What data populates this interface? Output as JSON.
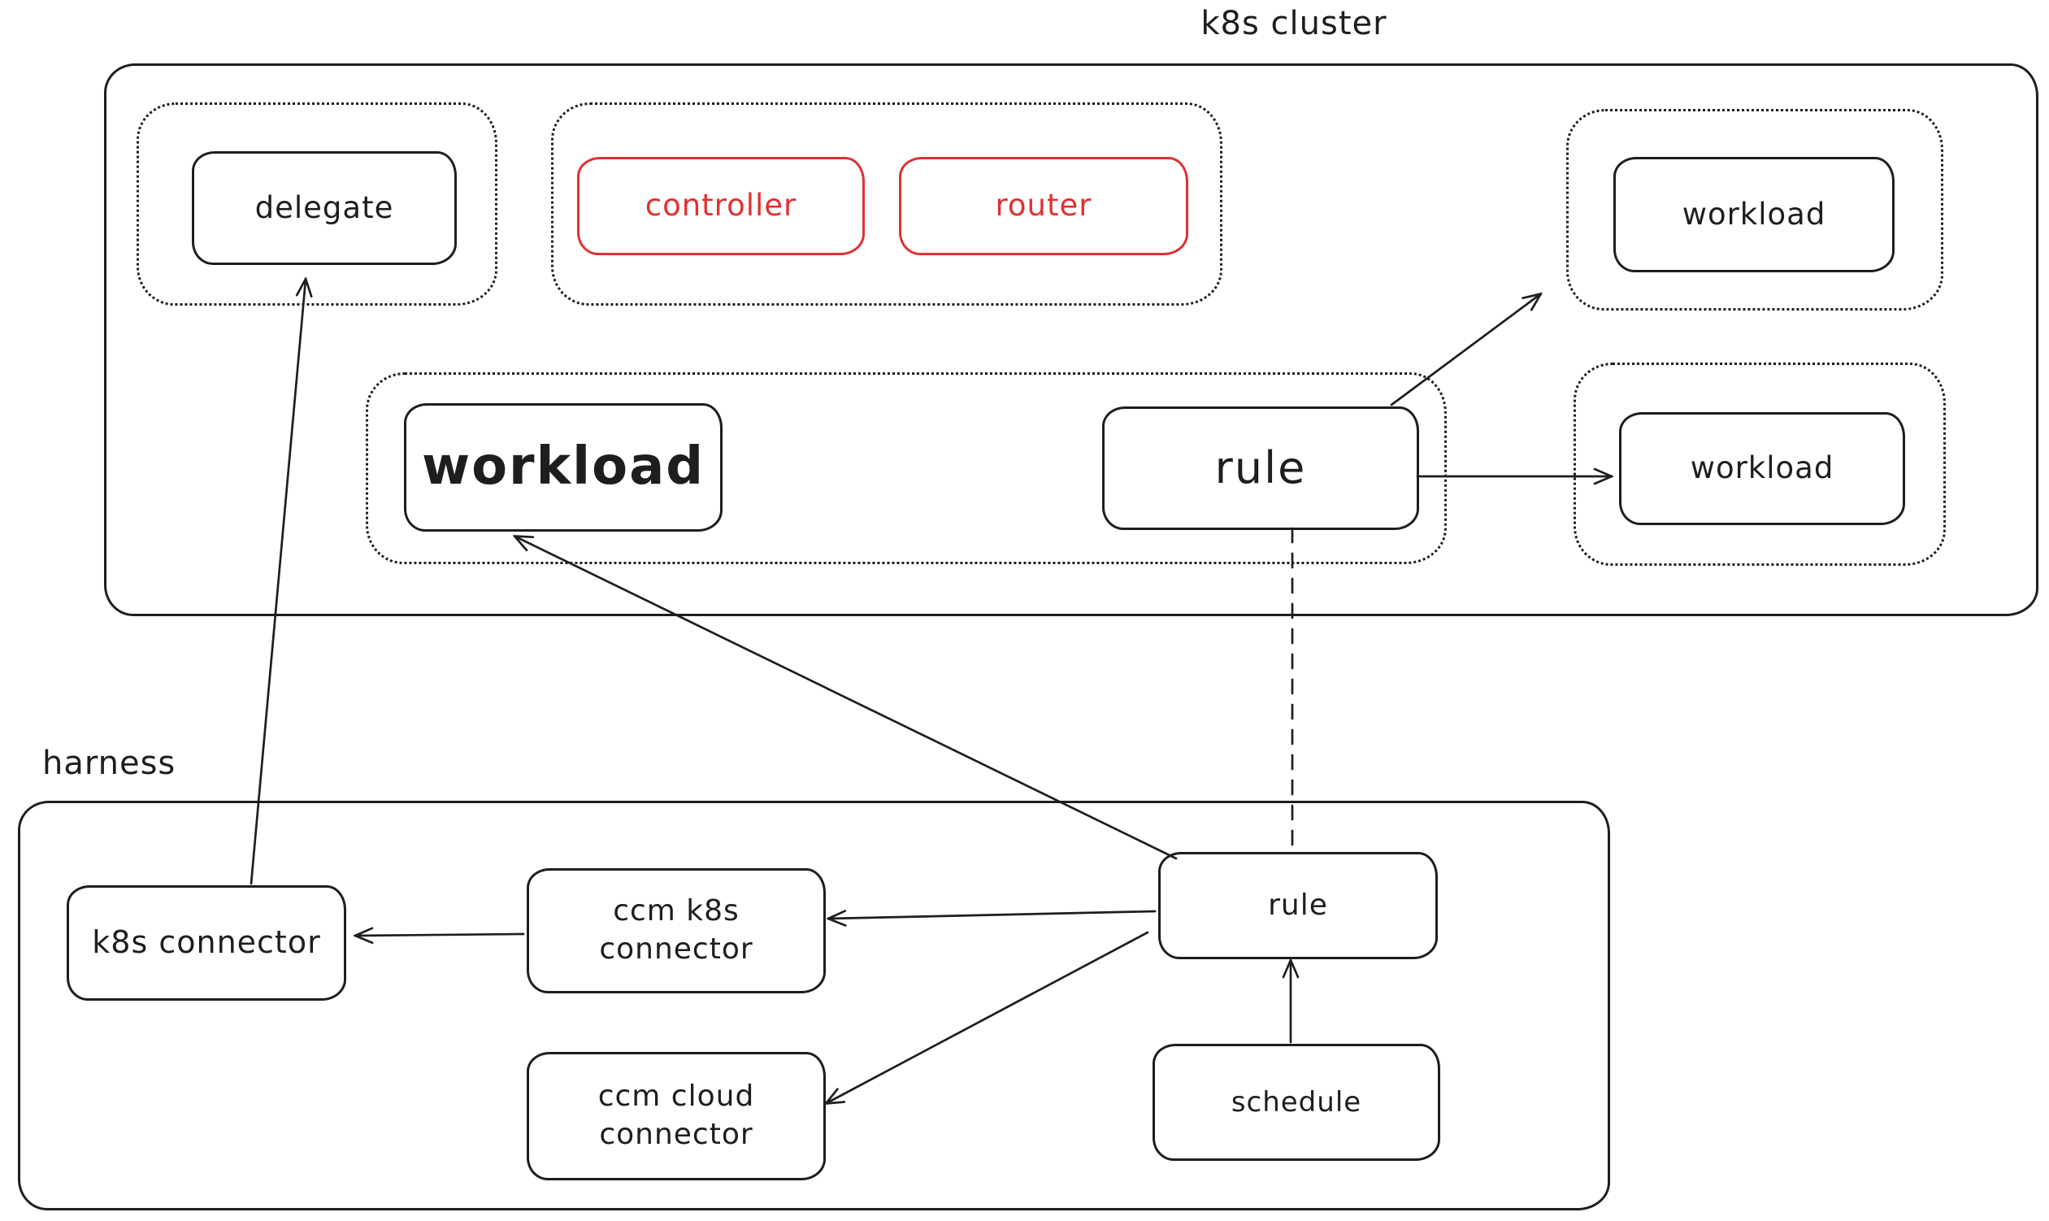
{
  "canvas": {
    "background": "#ffffff",
    "stroke_color": "#1e1e1e",
    "accent_color": "#e03131"
  },
  "containers": {
    "k8s_cluster": {
      "label": "k8s cluster"
    },
    "harness": {
      "label": "harness"
    }
  },
  "nodes": {
    "delegate": {
      "label": "delegate"
    },
    "controller": {
      "label": "controller",
      "color": "#e03131"
    },
    "router": {
      "label": "router",
      "color": "#e03131"
    },
    "workload_top_right": {
      "label": "workload"
    },
    "workload_main": {
      "label": "workload"
    },
    "rule_k8s": {
      "label": "rule"
    },
    "workload_right": {
      "label": "workload"
    },
    "k8s_connector": {
      "label": "k8s connector"
    },
    "ccm_k8s_connector": {
      "lines": [
        "ccm k8s",
        "connector"
      ]
    },
    "ccm_cloud_connector": {
      "lines": [
        "ccm cloud",
        "connector"
      ]
    },
    "rule_harness": {
      "label": "rule"
    },
    "schedule": {
      "label": "schedule"
    }
  },
  "edges": [
    {
      "from": "rule_k8s",
      "to": "workload_top_right",
      "style": "solid-arrow"
    },
    {
      "from": "rule_k8s",
      "to": "workload_right",
      "style": "solid-arrow"
    },
    {
      "from": "rule_k8s",
      "to": "rule_harness",
      "style": "dashed-line"
    },
    {
      "from": "rule_harness",
      "to": "workload_main",
      "style": "solid-arrow"
    },
    {
      "from": "rule_harness",
      "to": "ccm_k8s_connector",
      "style": "solid-arrow"
    },
    {
      "from": "rule_harness",
      "to": "ccm_cloud_connector",
      "style": "solid-arrow"
    },
    {
      "from": "ccm_k8s_connector",
      "to": "k8s_connector",
      "style": "solid-arrow"
    },
    {
      "from": "k8s_connector",
      "to": "delegate",
      "style": "solid-arrow"
    },
    {
      "from": "schedule",
      "to": "rule_harness",
      "style": "solid-arrow"
    }
  ]
}
